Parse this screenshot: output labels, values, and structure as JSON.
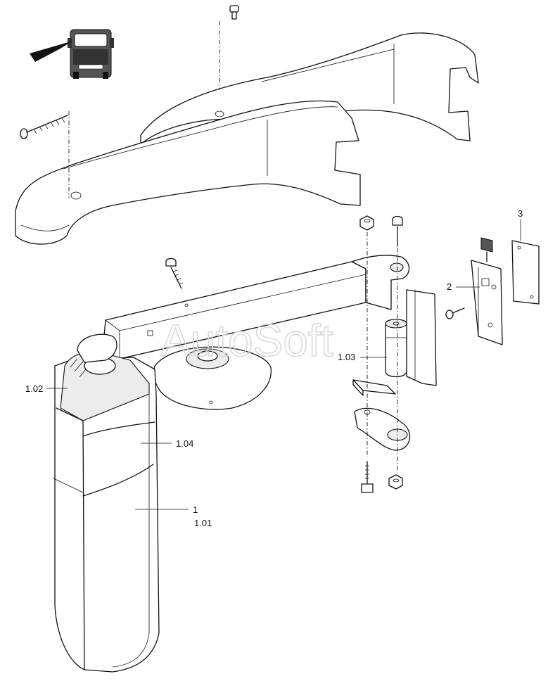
{
  "watermark": "AutoSoft",
  "callouts": {
    "c_1": "1",
    "c_101": "1.01",
    "c_102": "1.02",
    "c_103": "1.03",
    "c_104": "1.04",
    "c_2": "2",
    "c_3": "3"
  }
}
